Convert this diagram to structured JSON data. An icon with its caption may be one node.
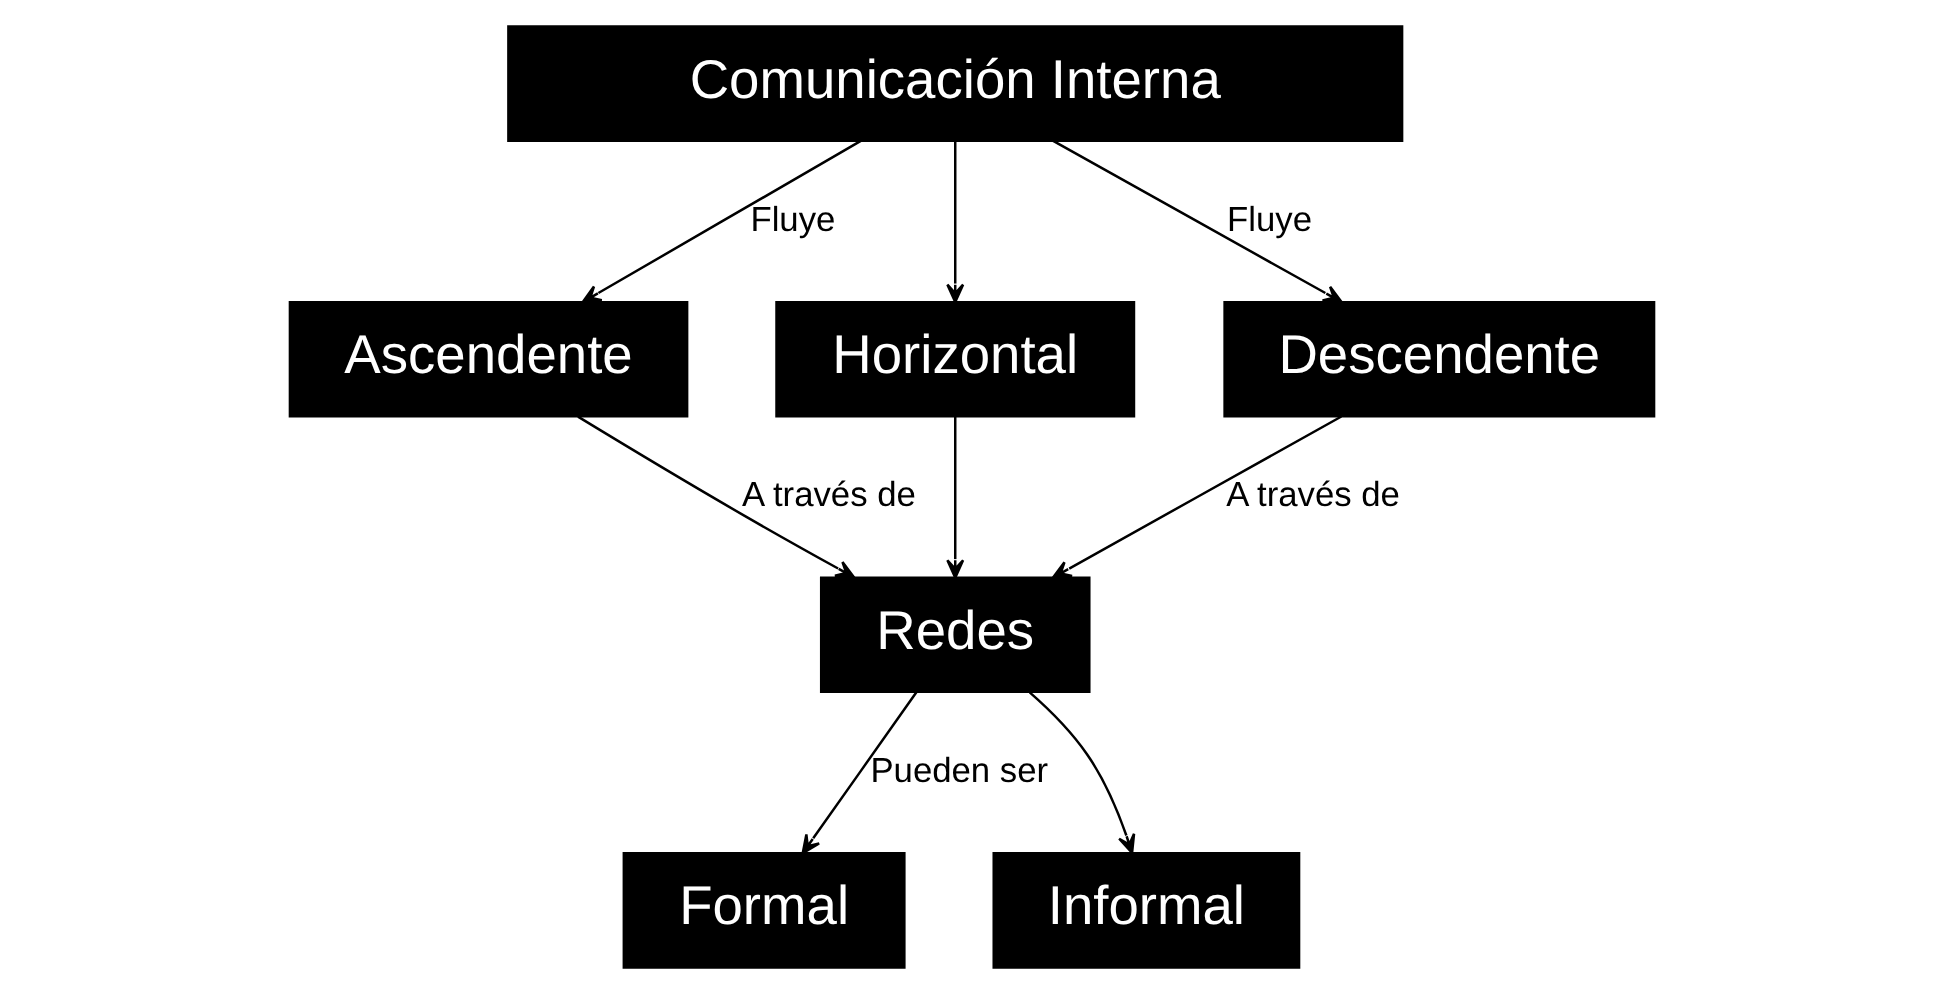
{
  "diagram": {
    "nodes": [
      {
        "text": [
          "Comunicación Interna"
        ]
      },
      {
        "text": [
          "Ascendente"
        ]
      },
      {
        "text": [
          "Horizontal"
        ]
      },
      {
        "text": [
          "Descendente"
        ]
      },
      {
        "text": [
          "Redes"
        ]
      },
      {
        "text": [
          "Formal"
        ]
      },
      {
        "text": [
          "Informal"
        ]
      }
    ],
    "edges": [
      {
        "from": 0,
        "to": 1,
        "arrow": "to",
        "label": "Fluye"
      },
      {
        "from": 0,
        "to": 2,
        "arrow": "to"
      },
      {
        "from": 0,
        "to": 3,
        "arrow": "to",
        "label": "Fluye"
      },
      {
        "from": 1,
        "to": 4,
        "arrow": "to",
        "label": "A través de"
      },
      {
        "from": 2,
        "to": 4,
        "arrow": "to"
      },
      {
        "from": 3,
        "to": 4,
        "arrow": "to",
        "label": "A través de"
      },
      {
        "from": 4,
        "to": 5,
        "arrow": "to",
        "label": "Pueden ser"
      },
      {
        "from": 4,
        "to": 6,
        "arrow": "to"
      }
    ]
  }
}
